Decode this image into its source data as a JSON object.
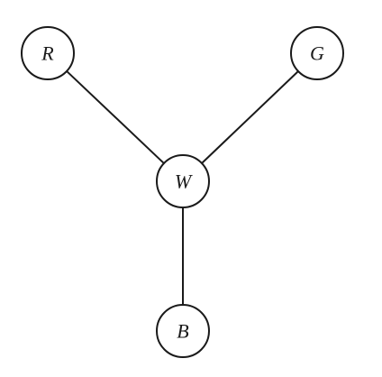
{
  "graph": {
    "nodes": [
      {
        "id": "R",
        "label": "R"
      },
      {
        "id": "G",
        "label": "G"
      },
      {
        "id": "W",
        "label": "W"
      },
      {
        "id": "B",
        "label": "B"
      }
    ],
    "edges": [
      {
        "from": "R",
        "to": "W"
      },
      {
        "from": "G",
        "to": "W"
      },
      {
        "from": "W",
        "to": "B"
      }
    ]
  }
}
